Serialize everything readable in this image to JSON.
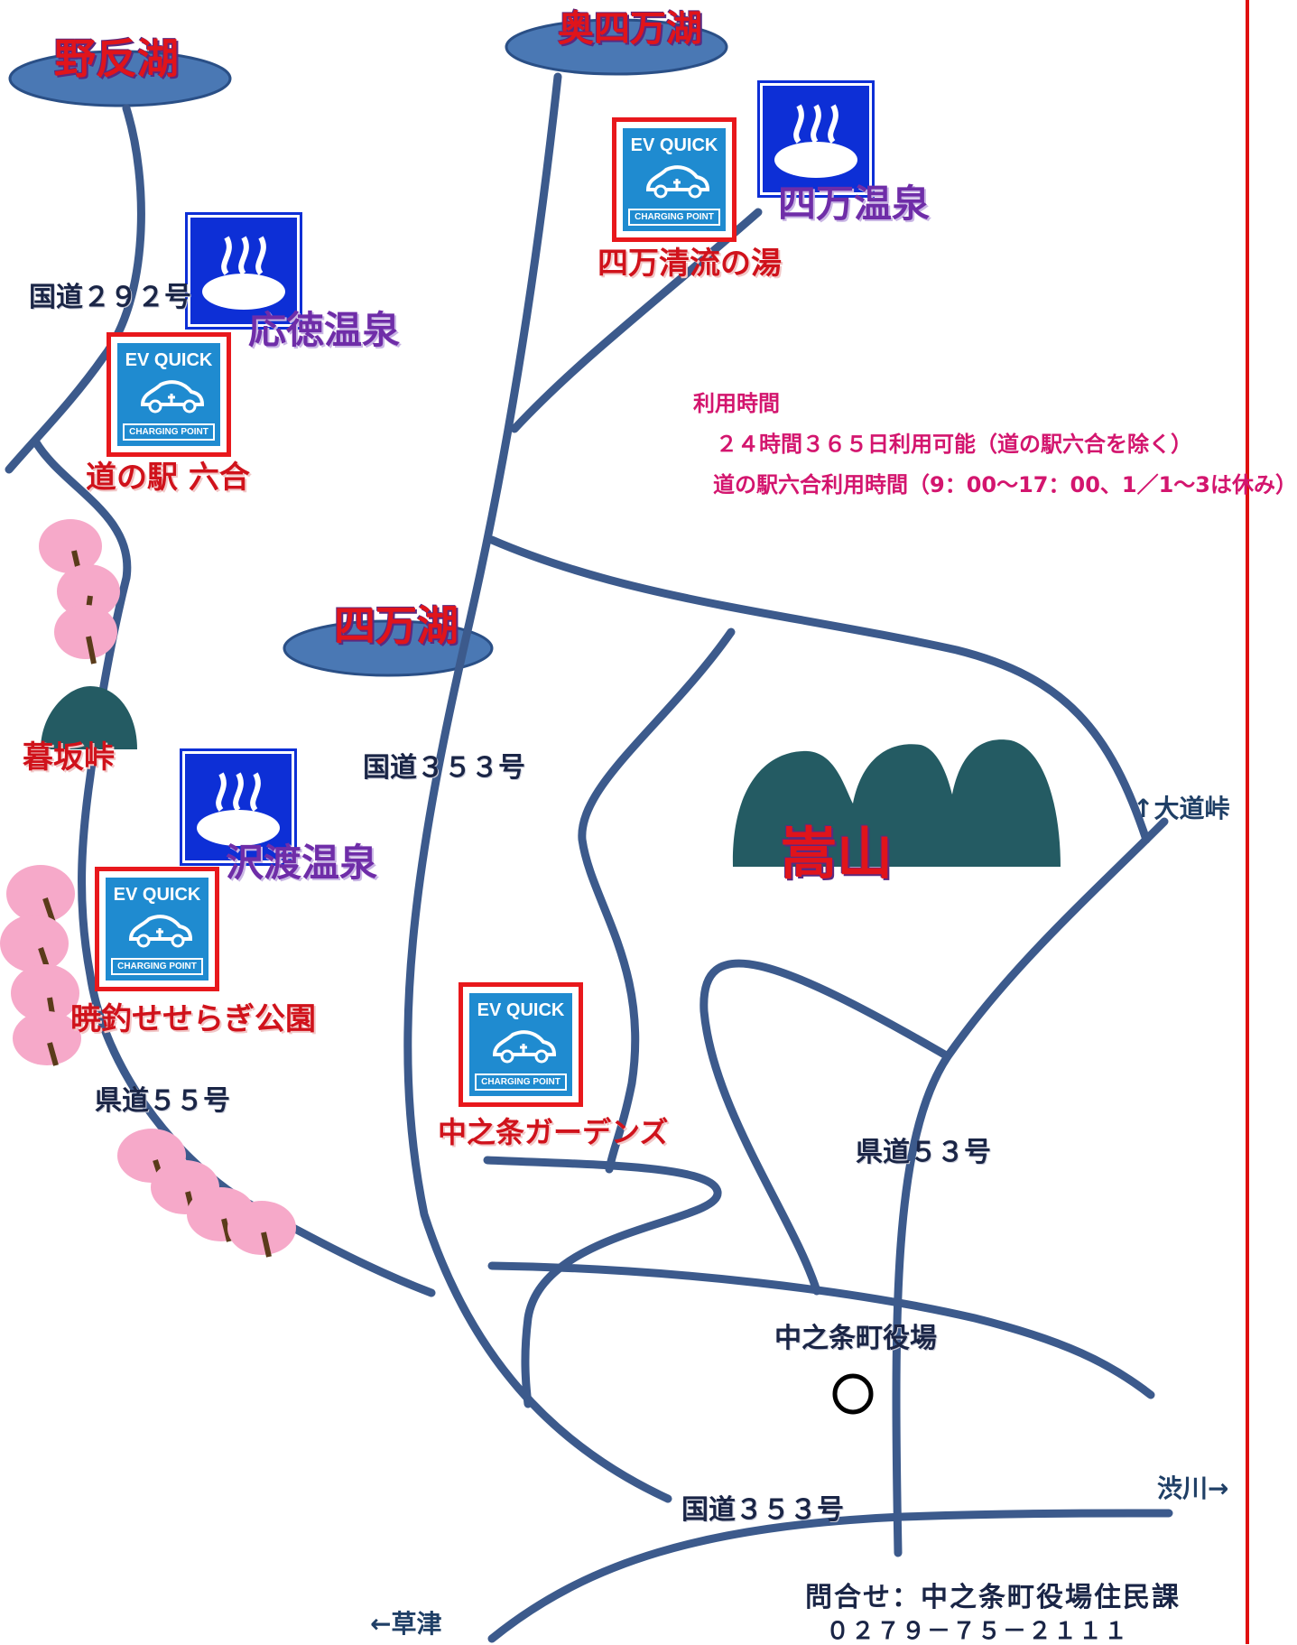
{
  "lakes": {
    "noson": "野反湖",
    "okushima": "奥四万湖",
    "shima": "四万湖"
  },
  "onsen": {
    "outoku": "応徳温泉",
    "shima": "四万温泉",
    "sawatari": "沢渡温泉"
  },
  "ev_sign": {
    "title": "EV QUICK",
    "subtitle": "CHARGING POINT"
  },
  "charging_spots": {
    "michinoeki": "道の駅 六合",
    "seiryu": "四万清流の湯",
    "bancho": "暁釣せせらぎ公園",
    "gardens": "中之条ガーデンズ"
  },
  "landmarks": {
    "pass": "暮坂峠",
    "mountain": "嵩山",
    "townhall": "中之条町役場"
  },
  "roads": {
    "r292": "国道２９２号",
    "r353_upper": "国道３５３号",
    "r353_lower": "国道３５３号",
    "pref55": "県道５５号",
    "pref53": "県道５３号"
  },
  "directions": {
    "oomichi": "↑大道峠",
    "shibukawa": "渋川→",
    "kusatsu": "←草津"
  },
  "info": {
    "heading": "利用時間",
    "line1": "２４時間３６５日利用可能（道の駅六合を除く）",
    "line2": "道の駅六合利用時間（9：00～17：00、1／1～3は休み）"
  },
  "contact": {
    "line1": "問合せ：中之条町役場住民課",
    "line2": "０２７９－７５－２１１１"
  },
  "colors": {
    "road": "#3c5a8c",
    "lake": "#4a78b4",
    "mountain": "#245b63",
    "accent_red": "#e0141b",
    "onsen_blue": "#0d2fd6",
    "ev_blue": "#1f8bd0",
    "blossom": "#f6a9c9"
  }
}
